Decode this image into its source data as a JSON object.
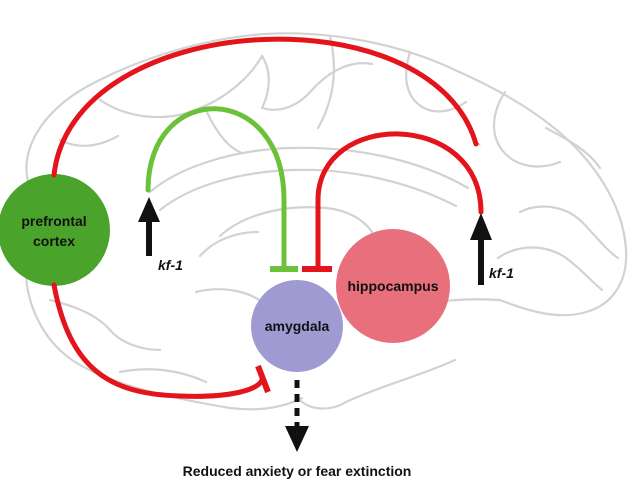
{
  "colors": {
    "pfc": "#4aa32a",
    "amygdala": "#9f9bd2",
    "hippocampus": "#e8707d",
    "excitatory_green": "#6cc13a",
    "inhibitory_red": "#e3141c",
    "arrow": "#111111",
    "brain_outline": "#d2d2d2"
  },
  "regions": {
    "pfc": {
      "line1": "prefrontal",
      "line2": "cortex"
    },
    "amygdala": {
      "label": "amygdala"
    },
    "hippocampus": {
      "label": "hippocampus"
    }
  },
  "gene_left": {
    "label": "kf-1",
    "effect": "up-arrow"
  },
  "gene_right": {
    "label": "kf-1",
    "effect": "up-arrow"
  },
  "outcome": {
    "label": "Reduced anxiety or fear extinction"
  }
}
